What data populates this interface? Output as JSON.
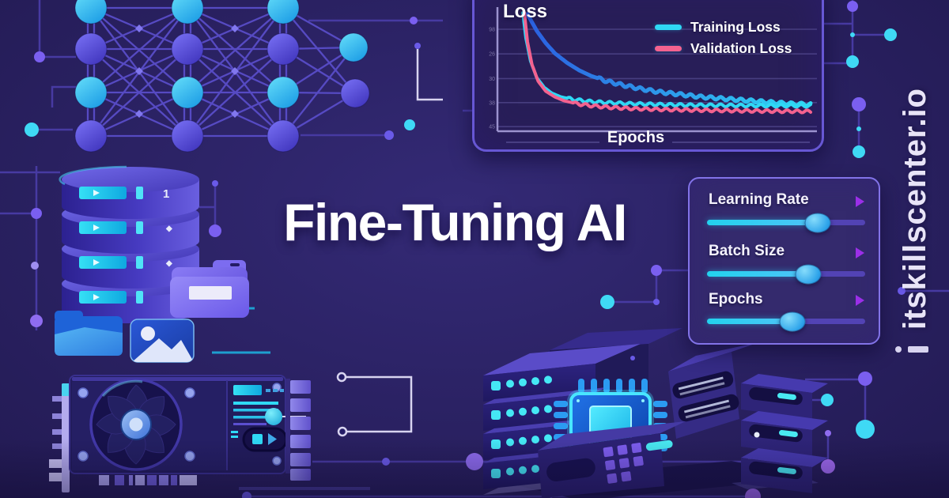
{
  "title": {
    "text": "Fine-Tuning AI"
  },
  "watermark": {
    "text": "itskillscenter.io"
  },
  "chart_data": {
    "type": "line",
    "y_label": "Loss",
    "x_label": "Epochs",
    "x_range": [
      0,
      100
    ],
    "y_range": [
      0,
      1
    ],
    "grid": true,
    "legend_position": "top-right",
    "grid_lines_y": [
      0.85,
      0.655,
      0.46,
      0.27,
      0.08
    ],
    "ytick_glyphs": [
      "98",
      "26",
      "30",
      "38",
      "45"
    ],
    "legend": [
      {
        "label": "Training Loss",
        "color": "#2fd9f5"
      },
      {
        "label": "Validation Loss",
        "color": "#f4628f"
      }
    ],
    "series": [
      {
        "name": "training-loss-trend",
        "color": "#2b5fe0",
        "gradient_to": "#2fd9f5",
        "width": 5,
        "wavy_from": 30,
        "wave_amp": 0.012,
        "points": [
          [
            7,
            0.97
          ],
          [
            10,
            0.84
          ],
          [
            13,
            0.74
          ],
          [
            16,
            0.66
          ],
          [
            20,
            0.585
          ],
          [
            24,
            0.525
          ],
          [
            28,
            0.48
          ],
          [
            33,
            0.44
          ],
          [
            38,
            0.41
          ],
          [
            44,
            0.38
          ],
          [
            50,
            0.355
          ],
          [
            57,
            0.335
          ],
          [
            64,
            0.315
          ],
          [
            72,
            0.3
          ],
          [
            80,
            0.285
          ],
          [
            88,
            0.27
          ],
          [
            94,
            0.26
          ],
          [
            100,
            0.255
          ]
        ]
      },
      {
        "name": "training-loss",
        "color": "#2fd9f5",
        "width": 4,
        "wavy_from": 20,
        "wave_amp": 0.011,
        "points": [
          [
            5.5,
            0.98
          ],
          [
            6.5,
            0.78
          ],
          [
            8,
            0.6
          ],
          [
            10,
            0.47
          ],
          [
            12.5,
            0.39
          ],
          [
            15,
            0.345
          ],
          [
            18,
            0.315
          ],
          [
            22,
            0.295
          ],
          [
            27,
            0.28
          ],
          [
            33,
            0.27
          ],
          [
            40,
            0.262
          ],
          [
            50,
            0.255
          ],
          [
            60,
            0.25
          ],
          [
            70,
            0.248
          ],
          [
            85,
            0.246
          ],
          [
            100,
            0.245
          ]
        ]
      },
      {
        "name": "validation-loss",
        "color": "#f4628f",
        "width": 4,
        "wavy_from": 22,
        "wave_amp": 0.011,
        "points": [
          [
            6,
            0.98
          ],
          [
            7,
            0.75
          ],
          [
            8.5,
            0.57
          ],
          [
            10.5,
            0.44
          ],
          [
            13,
            0.36
          ],
          [
            16,
            0.315
          ],
          [
            19,
            0.285
          ],
          [
            23,
            0.262
          ],
          [
            28,
            0.245
          ],
          [
            34,
            0.232
          ],
          [
            42,
            0.222
          ],
          [
            52,
            0.215
          ],
          [
            64,
            0.21
          ],
          [
            78,
            0.205
          ],
          [
            100,
            0.2
          ]
        ]
      }
    ]
  },
  "controls": {
    "sliders": [
      {
        "label": "Learning Rate",
        "value_pct": 70
      },
      {
        "label": "Batch Size",
        "value_pct": 64
      },
      {
        "label": "Epochs",
        "value_pct": 54
      }
    ]
  },
  "database": {
    "badges": [
      "1",
      "◆",
      "◆"
    ]
  },
  "colors": {
    "background": "#2b2166",
    "accent_cyan": "#2fd9f5",
    "accent_pink": "#f4628f",
    "accent_purple": "#7a5ff0",
    "panel_border": "#6757d4",
    "circuit": "#473aa2"
  }
}
